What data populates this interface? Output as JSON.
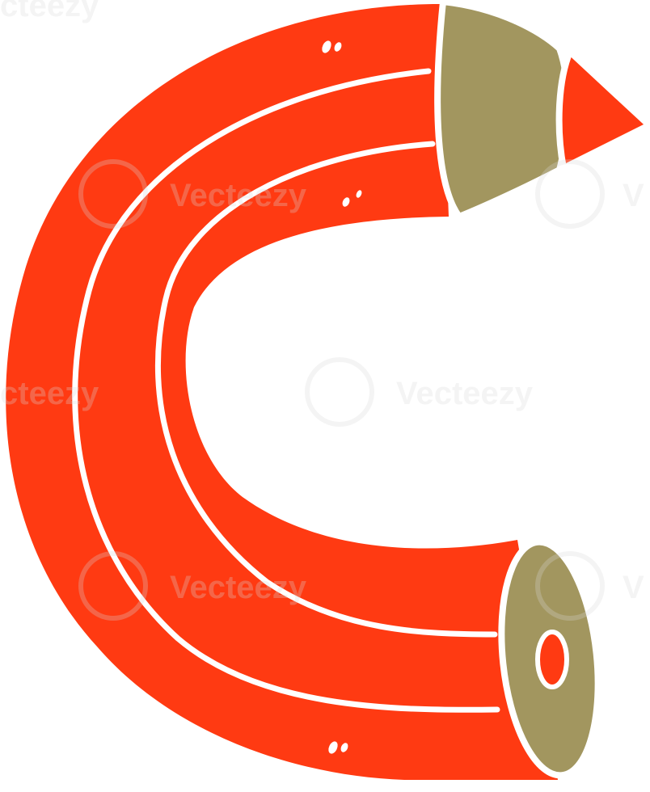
{
  "illustration": {
    "subject": "curved-pencil",
    "colors": {
      "body": "#ff3a12",
      "wood": "#a2965f",
      "lead": "#ff3a12",
      "outline": "#ffffff",
      "background": "#ffffff"
    }
  },
  "watermark": {
    "text": "Vecteezy",
    "partial_text": "cteezy",
    "edge_text": "V",
    "color": "#d9d9d9",
    "opacity": 0.28
  }
}
